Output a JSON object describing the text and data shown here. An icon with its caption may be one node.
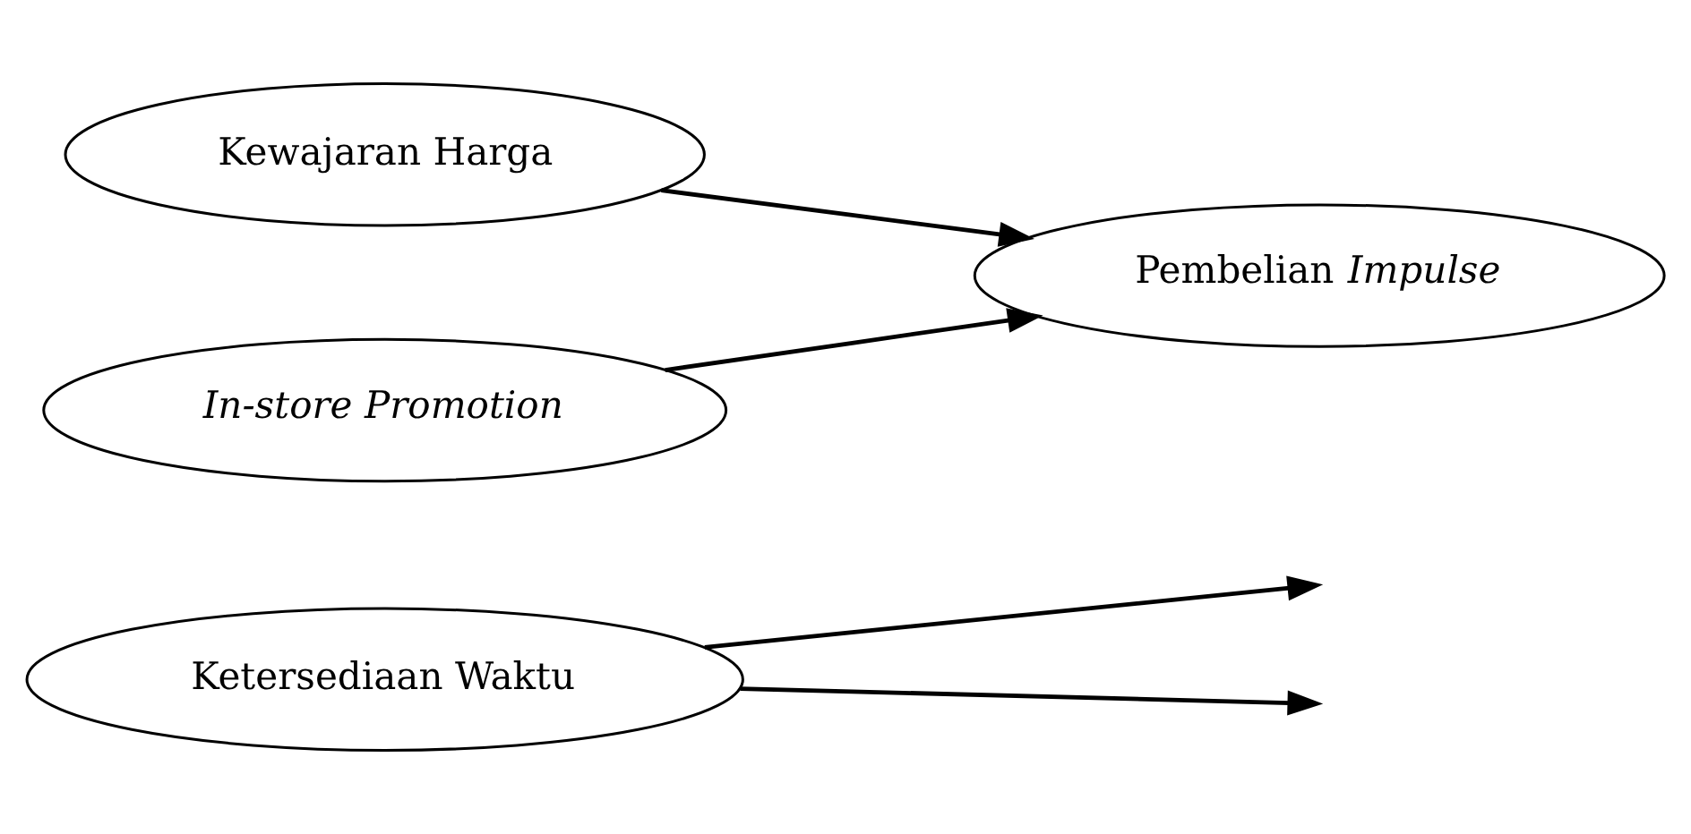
{
  "diagram": {
    "nodes": [
      {
        "text": [
          "Ketersediaan Waktu"
        ]
      },
      {
        "text": [
          "Kewajaran Harga"
        ]
      },
      {
        "text": [
          "Pembelian *Impulse*"
        ]
      },
      {
        "text": [
          "In-store Promotion"
        ]
      }
    ],
    "edges": [
      {
        "from": 1,
        "to": 2,
        "arrow": "to"
      },
      {
        "from": 3,
        "to": 2,
        "arrow": "to"
      },
      {
        "from": 0,
        "to": null,
        "arrow": "to"
      },
      {
        "from": 0,
        "to": null,
        "arrow": "to"
      }
    ]
  }
}
